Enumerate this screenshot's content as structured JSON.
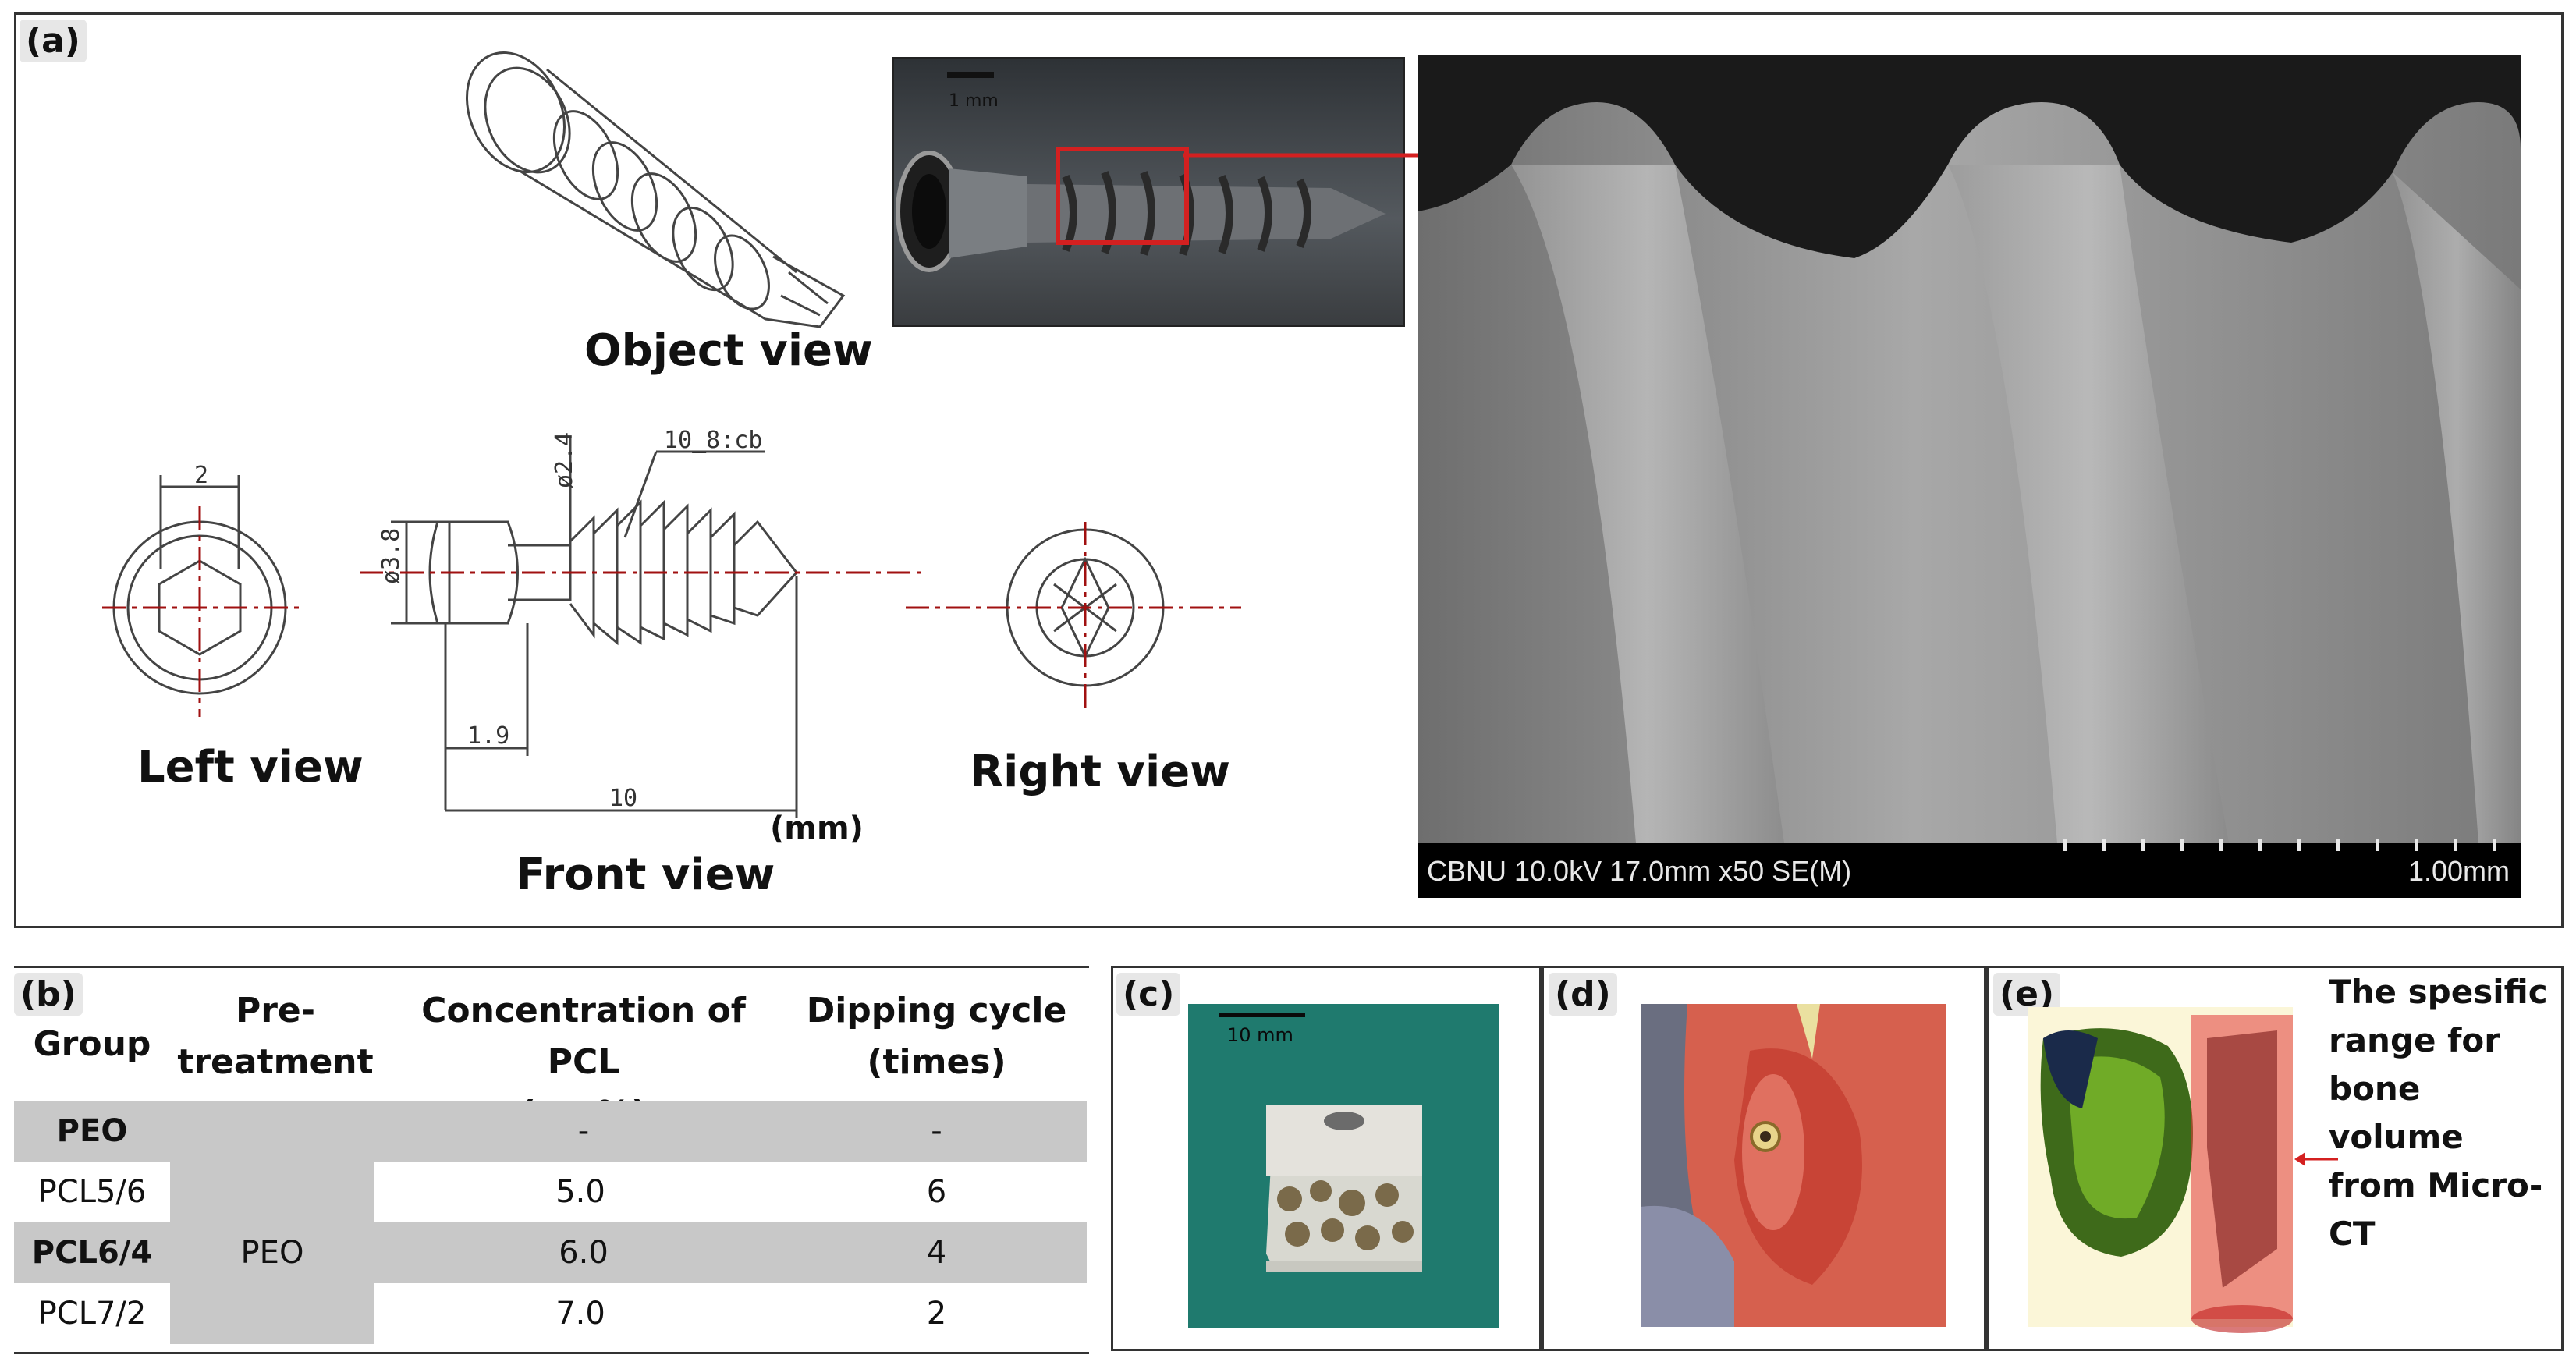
{
  "figure": {
    "panel_a": {
      "label": "(a)",
      "object_view_caption": "Object view",
      "left_view_caption": "Left view",
      "front_view_caption": "Front view",
      "right_view_caption": "Right view",
      "unit_label": "(mm)",
      "dim_head_width": "2",
      "dim_shaft_dia": "ø2.4",
      "dim_thread": "10_8:cb",
      "dim_head_dia": "ø3.8",
      "dim_head_length": "1.9",
      "dim_total_length": "10",
      "photo_scale_bar": "1 mm",
      "sem_info": "CBNU 10.0kV 17.0mm x50 SE(M)",
      "sem_scale": "1.00mm"
    },
    "panel_b": {
      "label": "(b)",
      "headers": {
        "group": "Group",
        "pretreatment": "Pre-\ntreatment",
        "concentration": "Concentration of PCL\n(wt.%)",
        "dipping": "Dipping cycle\n(times)"
      },
      "pretreatment_value": "PEO",
      "rows": [
        {
          "group": "PEO",
          "concentration": "-",
          "dipping": "-"
        },
        {
          "group": "PCL5/6",
          "concentration": "5.0",
          "dipping": "6"
        },
        {
          "group": "PCL6/4",
          "concentration": "6.0",
          "dipping": "4"
        },
        {
          "group": "PCL7/2",
          "concentration": "7.0",
          "dipping": "2"
        }
      ]
    },
    "panel_c": {
      "label": "(c)",
      "scale_bar": "10 mm"
    },
    "panel_d": {
      "label": "(d)"
    },
    "panel_e": {
      "label": "(e)",
      "annotation": "The spesific\nrange for\nbone volume\nfrom Micro-CT"
    },
    "colors": {
      "red_marker": "#d42020",
      "table_gray": "#c8c8c8",
      "sem_bg": "#8a8a8a",
      "green_bg": "#1f7a6e"
    }
  }
}
